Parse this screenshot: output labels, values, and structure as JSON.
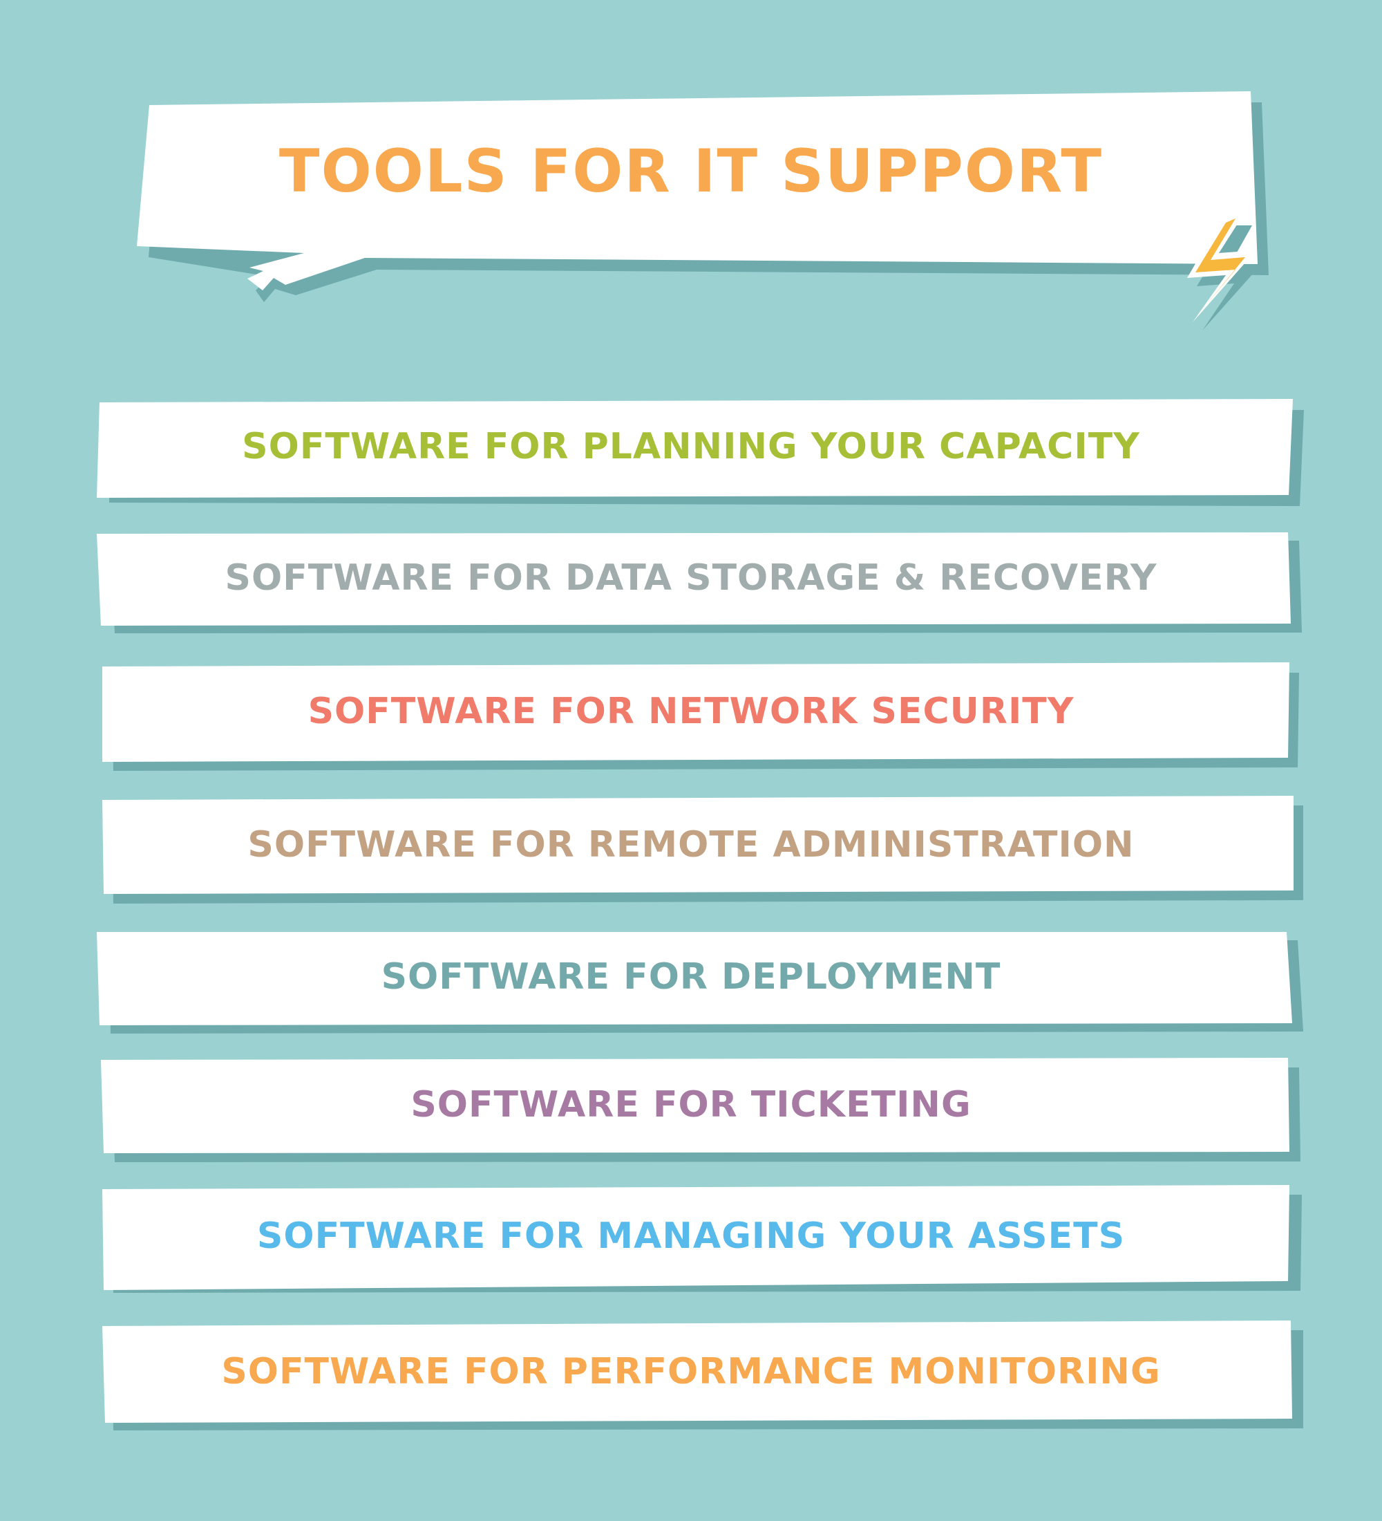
{
  "colors": {
    "background": "#9bd1d1",
    "shadow": "#6fabad",
    "card": "#ffffff",
    "bolt": "#f6b73c",
    "bolt_outline": "#ffffff"
  },
  "title": {
    "text": "Tools for IT Support",
    "color": "#f8a94f"
  },
  "items": [
    {
      "label": "Software for planning your capacity",
      "color": "#a7bf36"
    },
    {
      "label": "Software for data storage & recovery",
      "color": "#a1acac"
    },
    {
      "label": "Software for network security",
      "color": "#f07b6a"
    },
    {
      "label": "Software for remote administration",
      "color": "#c3a283"
    },
    {
      "label": "Software for deployment",
      "color": "#73a9aa"
    },
    {
      "label": "Software for ticketing",
      "color": "#a77aa3"
    },
    {
      "label": "Software for managing your assets",
      "color": "#58baea"
    },
    {
      "label": "Software for performance monitoring",
      "color": "#f8a94f"
    }
  ]
}
